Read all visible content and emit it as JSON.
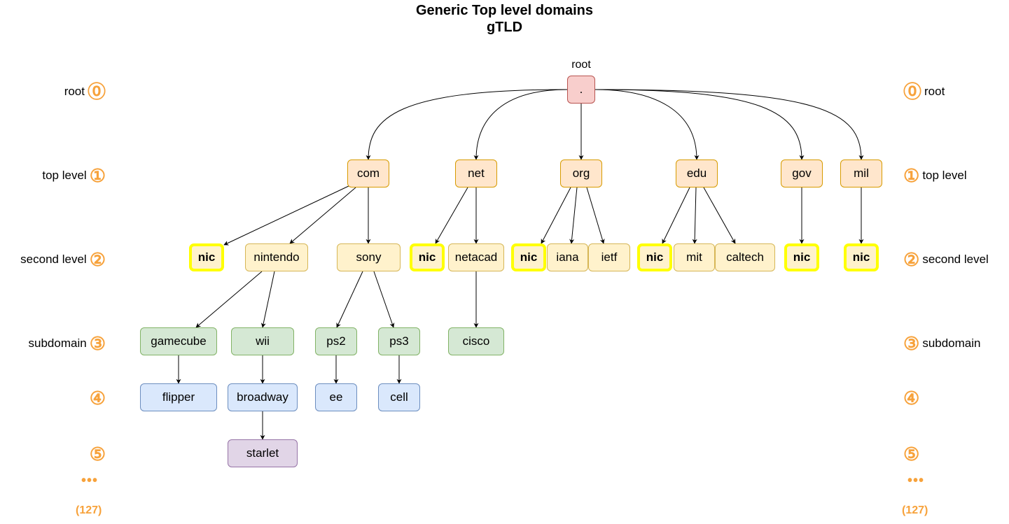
{
  "title": {
    "line1": "Generic Top level domains",
    "line2": "gTLD"
  },
  "root_caption": "root",
  "colors": {
    "root": {
      "fill": "#F8CECC",
      "stroke": "#B85450"
    },
    "tld": {
      "fill": "#FFE6CC",
      "stroke": "#D79B00"
    },
    "second": {
      "fill": "#FFF2CC",
      "stroke": "#D6B656"
    },
    "nic_highlight": "#FFFF00",
    "subdomain": {
      "fill": "#D5E8D4",
      "stroke": "#82B366"
    },
    "level4": {
      "fill": "#DAE8FC",
      "stroke": "#6C8EBF"
    },
    "level5": {
      "fill": "#E1D5E7",
      "stroke": "#9673A6"
    },
    "level_badge": "#F7A23B"
  },
  "levels": [
    {
      "badge": "⓪",
      "label": "root"
    },
    {
      "badge": "①",
      "label": "top level"
    },
    {
      "badge": "②",
      "label": "second level"
    },
    {
      "badge": "③",
      "label": "subdomain"
    },
    {
      "badge": "④",
      "label": ""
    },
    {
      "badge": "⑤",
      "label": ""
    }
  ],
  "ellipsis": "•••",
  "max_depth_label": "(127)",
  "nodes": [
    {
      "id": "root",
      "label": ".",
      "level": 0,
      "style": "root"
    },
    {
      "id": "com",
      "label": "com",
      "level": 1,
      "style": "tld",
      "parent": "root"
    },
    {
      "id": "net",
      "label": "net",
      "level": 1,
      "style": "tld",
      "parent": "root"
    },
    {
      "id": "org",
      "label": "org",
      "level": 1,
      "style": "tld",
      "parent": "root"
    },
    {
      "id": "edu",
      "label": "edu",
      "level": 1,
      "style": "tld",
      "parent": "root"
    },
    {
      "id": "gov",
      "label": "gov",
      "level": 1,
      "style": "tld",
      "parent": "root"
    },
    {
      "id": "mil",
      "label": "mil",
      "level": 1,
      "style": "tld",
      "parent": "root"
    },
    {
      "id": "nic-com",
      "label": "nic",
      "level": 2,
      "style": "nic",
      "parent": "com"
    },
    {
      "id": "nintendo",
      "label": "nintendo",
      "level": 2,
      "style": "second",
      "parent": "com"
    },
    {
      "id": "sony",
      "label": "sony",
      "level": 2,
      "style": "second",
      "parent": "com"
    },
    {
      "id": "nic-net",
      "label": "nic",
      "level": 2,
      "style": "nic",
      "parent": "net"
    },
    {
      "id": "netacad",
      "label": "netacad",
      "level": 2,
      "style": "second",
      "parent": "net"
    },
    {
      "id": "nic-org",
      "label": "nic",
      "level": 2,
      "style": "nic",
      "parent": "org"
    },
    {
      "id": "iana",
      "label": "iana",
      "level": 2,
      "style": "second",
      "parent": "org"
    },
    {
      "id": "ietf",
      "label": "ietf",
      "level": 2,
      "style": "second",
      "parent": "org"
    },
    {
      "id": "nic-edu",
      "label": "nic",
      "level": 2,
      "style": "nic",
      "parent": "edu"
    },
    {
      "id": "mit",
      "label": "mit",
      "level": 2,
      "style": "second",
      "parent": "edu"
    },
    {
      "id": "caltech",
      "label": "caltech",
      "level": 2,
      "style": "second",
      "parent": "edu"
    },
    {
      "id": "nic-gov",
      "label": "nic",
      "level": 2,
      "style": "nic",
      "parent": "gov"
    },
    {
      "id": "nic-mil",
      "label": "nic",
      "level": 2,
      "style": "nic",
      "parent": "mil"
    },
    {
      "id": "gamecube",
      "label": "gamecube",
      "level": 3,
      "style": "subdomain",
      "parent": "nintendo"
    },
    {
      "id": "wii",
      "label": "wii",
      "level": 3,
      "style": "subdomain",
      "parent": "nintendo"
    },
    {
      "id": "ps2",
      "label": "ps2",
      "level": 3,
      "style": "subdomain",
      "parent": "sony"
    },
    {
      "id": "ps3",
      "label": "ps3",
      "level": 3,
      "style": "subdomain",
      "parent": "sony"
    },
    {
      "id": "cisco",
      "label": "cisco",
      "level": 3,
      "style": "subdomain",
      "parent": "netacad"
    },
    {
      "id": "flipper",
      "label": "flipper",
      "level": 4,
      "style": "level4",
      "parent": "gamecube"
    },
    {
      "id": "broadway",
      "label": "broadway",
      "level": 4,
      "style": "level4",
      "parent": "wii"
    },
    {
      "id": "ee",
      "label": "ee",
      "level": 4,
      "style": "level4",
      "parent": "ps2"
    },
    {
      "id": "cell",
      "label": "cell",
      "level": 4,
      "style": "level4",
      "parent": "ps3"
    },
    {
      "id": "starlet",
      "label": "starlet",
      "level": 5,
      "style": "level5",
      "parent": "broadway"
    }
  ]
}
